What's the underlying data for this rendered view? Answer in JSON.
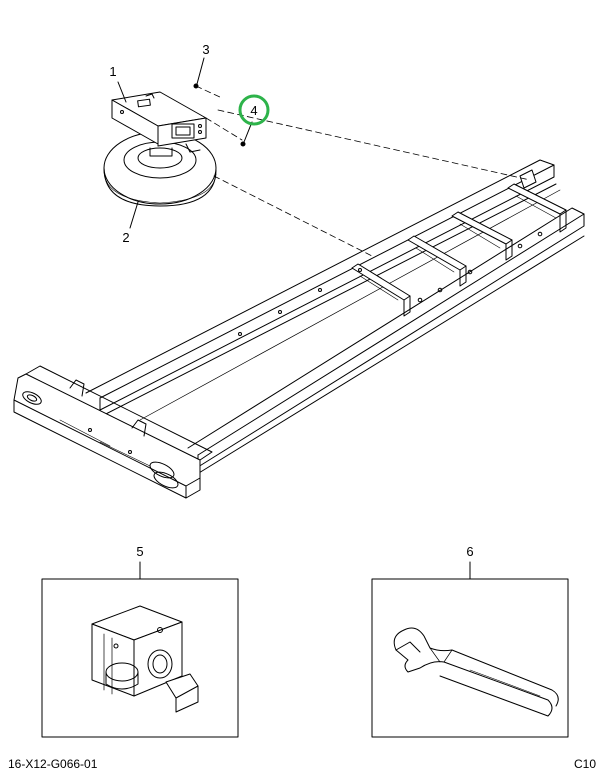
{
  "callouts": [
    {
      "id": "callout-1",
      "label": "1"
    },
    {
      "id": "callout-2",
      "label": "2"
    },
    {
      "id": "callout-3",
      "label": "3"
    },
    {
      "id": "callout-4",
      "label": "4",
      "highlighted": true
    },
    {
      "id": "callout-5",
      "label": "5"
    },
    {
      "id": "callout-6",
      "label": "6"
    }
  ],
  "footer": {
    "drawing_id": "16-X12-G066-01",
    "sheet_code": "C10"
  },
  "colors": {
    "line": "#000000",
    "highlight_ring": "#2db34a",
    "background": "#ffffff"
  }
}
